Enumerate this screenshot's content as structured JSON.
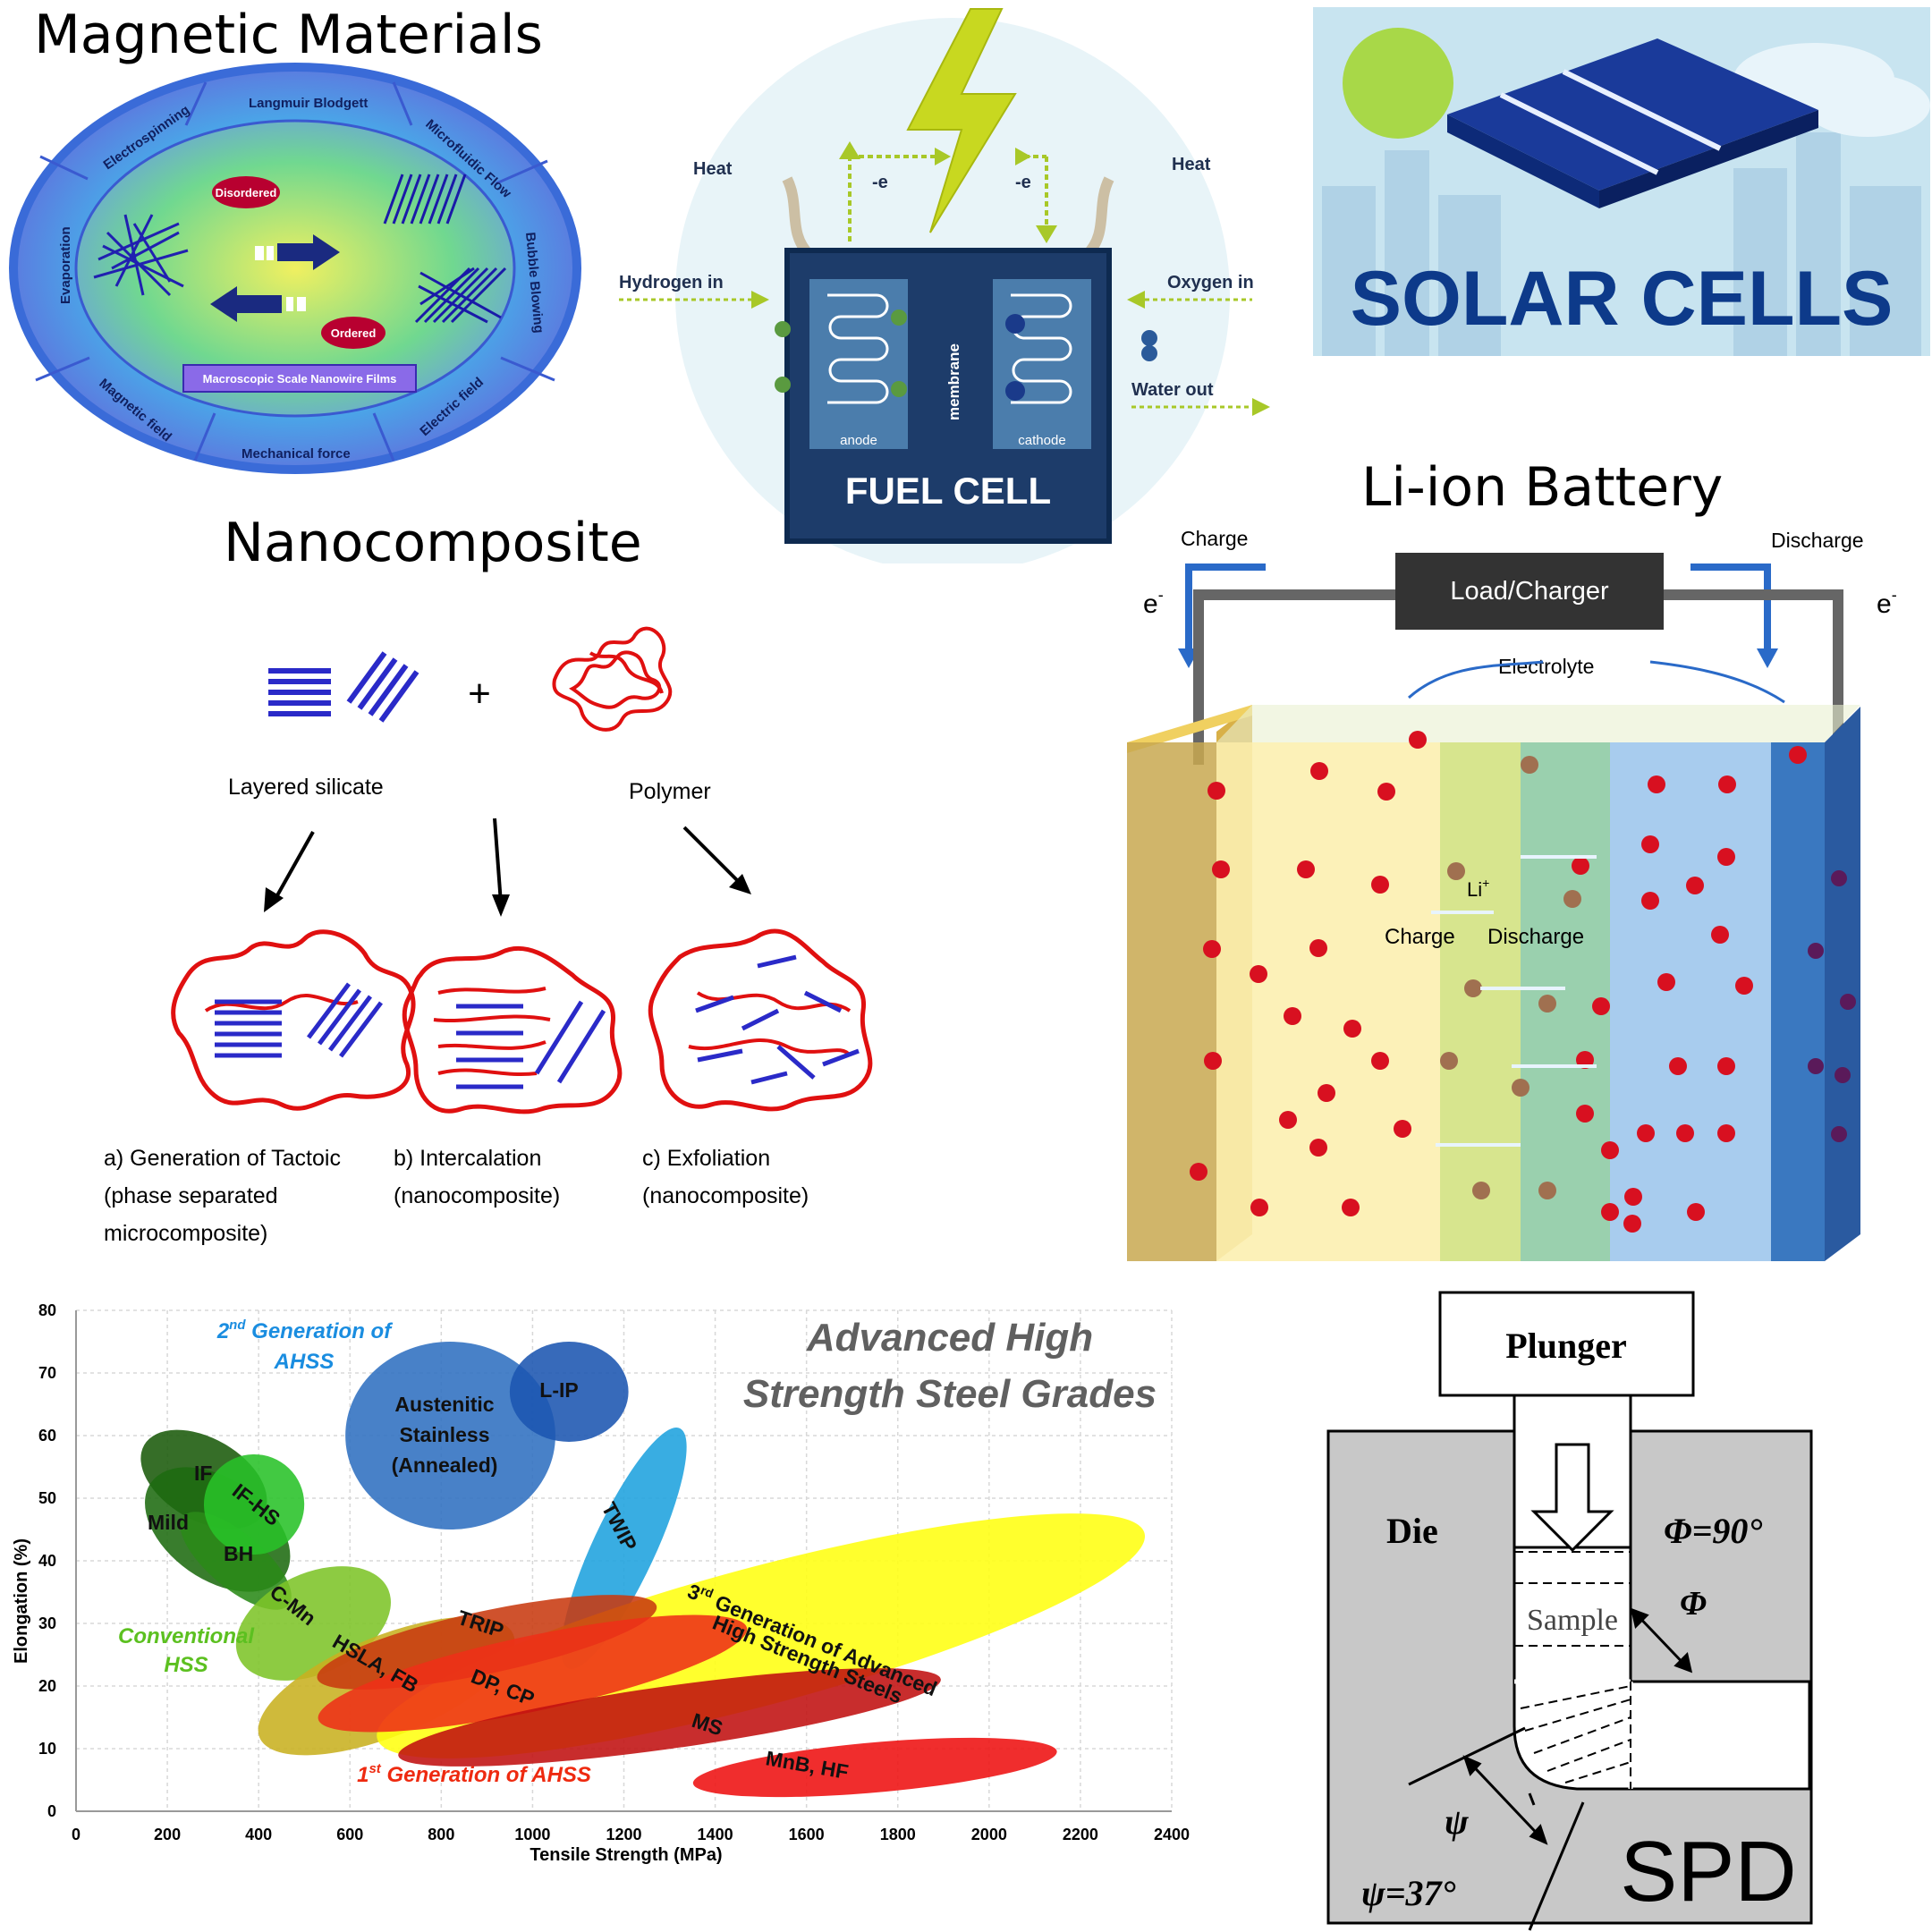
{
  "magnetic": {
    "title": "Magnetic Materials",
    "segments": [
      "Langmuir Blodgett",
      "Microfluidic Flow",
      "Bubble Blowing",
      "Electric field",
      "Mechanical force",
      "Magnetic field",
      "Evaporation",
      "Electrospinning"
    ],
    "disordered": "Disordered",
    "ordered": "Ordered",
    "banner": "Macroscopic Scale Nanowire Films"
  },
  "fuel": {
    "heat_left": "Heat",
    "heat_right": "Heat",
    "e_left": "-e",
    "e_right": "-e",
    "hydrogen": "Hydrogen in",
    "oxygen": "Oxygen in",
    "water": "Water out",
    "membrane": "membrane",
    "anode": "anode",
    "cathode": "cathode",
    "title": "FUEL CELL"
  },
  "solar": {
    "title": "SOLAR CELLS"
  },
  "nano": {
    "title": "Nanocomposite",
    "layered": "Layered silicate",
    "polymer": "Polymer",
    "plus": "+",
    "caption_a": [
      "a) Generation of Tactoic",
      "(phase separated",
      "microcomposite)"
    ],
    "caption_b": [
      "b) Intercalation",
      "(nanocomposite)"
    ],
    "caption_c": [
      "c) Exfoliation",
      "(nanocomposite)"
    ]
  },
  "battery": {
    "title": "Li-ion Battery",
    "charge": "Charge",
    "discharge": "Discharge",
    "e_left": "e",
    "e_right": "e",
    "sup_minus": "-",
    "load": "Load/Charger",
    "electrolyte": "Electrolyte",
    "li": "Li",
    "li_sup": "+",
    "charge_inner": "Charge",
    "discharge_inner": "Discharge"
  },
  "chart_data": {
    "type": "scatter",
    "title": "Advanced High Strength Steel Grades",
    "xlabel": "Tensile Strength (MPa)",
    "ylabel": "Elongation (%)",
    "xlim": [
      0,
      2400
    ],
    "ylim": [
      0,
      80
    ],
    "xticks": [
      "0",
      "200",
      "400",
      "600",
      "800",
      "1000",
      "1200",
      "1400",
      "1600",
      "1800",
      "2000",
      "2200",
      "2400"
    ],
    "yticks": [
      "0",
      "10",
      "20",
      "30",
      "40",
      "50",
      "60",
      "70",
      "80"
    ],
    "grid": true,
    "regions": [
      {
        "name": "IF",
        "cx": 280,
        "cy": 53,
        "rx": 90,
        "ry": 11,
        "angle": -60,
        "color": "#1a5a0a"
      },
      {
        "name": "Mild",
        "cx": 310,
        "cy": 45,
        "rx": 110,
        "ry": 13,
        "angle": -55,
        "color": "#1e6b10"
      },
      {
        "name": "BH",
        "cx": 350,
        "cy": 40,
        "rx": 60,
        "ry": 11,
        "angle": -50,
        "color": "#2a8a18"
      },
      {
        "name": "IF-HS",
        "cx": 390,
        "cy": 49,
        "rx": 110,
        "ry": 8,
        "angle": -35,
        "color": "#28c228"
      },
      {
        "name": "C-Mn",
        "cx": 520,
        "cy": 30,
        "rx": 180,
        "ry": 8,
        "angle": -25,
        "color": "#7dc428"
      },
      {
        "name": "HSLA, FB",
        "cx": 680,
        "cy": 20,
        "rx": 300,
        "ry": 8,
        "angle": -22,
        "color": "#c8b020"
      },
      {
        "name": "Austenitic Stainless (Annealed)",
        "cx": 820,
        "cy": 60,
        "rx": 230,
        "ry": 15,
        "angle": 0,
        "color": "#2f6fc0"
      },
      {
        "name": "L-IP",
        "cx": 1080,
        "cy": 67,
        "rx": 130,
        "ry": 8,
        "angle": 0,
        "color": "#1b55b0"
      },
      {
        "name": "TWIP",
        "cx": 1200,
        "cy": 42,
        "rx": 290,
        "ry": 5,
        "angle": -65,
        "color": "#1ea2de"
      },
      {
        "name": "3rd Generation of Advanced High Strength Steels",
        "cx": 1500,
        "cy": 28,
        "rx": 870,
        "ry": 11,
        "angle": -15,
        "color": "#ffff10"
      },
      {
        "name": "TRIP",
        "cx": 900,
        "cy": 27,
        "rx": 380,
        "ry": 5,
        "angle": -12,
        "color": "#c83a10"
      },
      {
        "name": "DP, CP",
        "cx": 1000,
        "cy": 22,
        "rx": 480,
        "ry": 6,
        "angle": -12,
        "color": "#ee3018"
      },
      {
        "name": "MS",
        "cx": 1300,
        "cy": 15,
        "rx": 600,
        "ry": 5,
        "angle": -8,
        "color": "#c01010"
      },
      {
        "name": "MnB, HF",
        "cx": 1750,
        "cy": 7,
        "rx": 400,
        "ry": 4,
        "angle": -5,
        "color": "#ee1010"
      }
    ],
    "annotations": [
      {
        "text": "2nd Generation of AHSS",
        "color": "#1a8de0"
      },
      {
        "text": "Conventional HSS",
        "color": "#5cc020"
      },
      {
        "text": "1st Generation of AHSS",
        "color": "#ee2a10"
      }
    ]
  },
  "chart_text": {
    "title_line1": "Advanced High",
    "title_line2": "Strength Steel Grades",
    "gen2_line1": "2",
    "gen2_sup": "nd",
    "gen2_line1b": " Generation of",
    "gen2_line2": "AHSS",
    "gen1_a": "1",
    "gen1_sup": "st",
    "gen1_b": " Generation of AHSS",
    "conv1": "Conventional",
    "conv2": "HSS",
    "if": "IF",
    "ifhs": "IF-HS",
    "mild": "Mild",
    "bh": "BH",
    "cmn": "C-Mn",
    "hsla": "HSLA, FB",
    "aus1": "Austenitic",
    "aus2": "Stainless",
    "aus3": "(Annealed)",
    "lip": "L-IP",
    "twip": "TWIP",
    "trip": "TRIP",
    "dpcp": "DP, CP",
    "ms": "MS",
    "mnb": "MnB, HF",
    "g3a": "3",
    "g3sup": "rd",
    "g3b": " Generation of Advanced",
    "g3c": "High Strength Steels",
    "xlabel": "Tensile Strength (MPa)",
    "ylabel": "Elongation (%)"
  },
  "spd": {
    "plunger": "Plunger",
    "die": "Die",
    "phi90": "Φ=90°",
    "phi": "Φ",
    "sample": "Sample",
    "psi": "ψ",
    "psi37": "ψ=37°",
    "label": "SPD"
  }
}
